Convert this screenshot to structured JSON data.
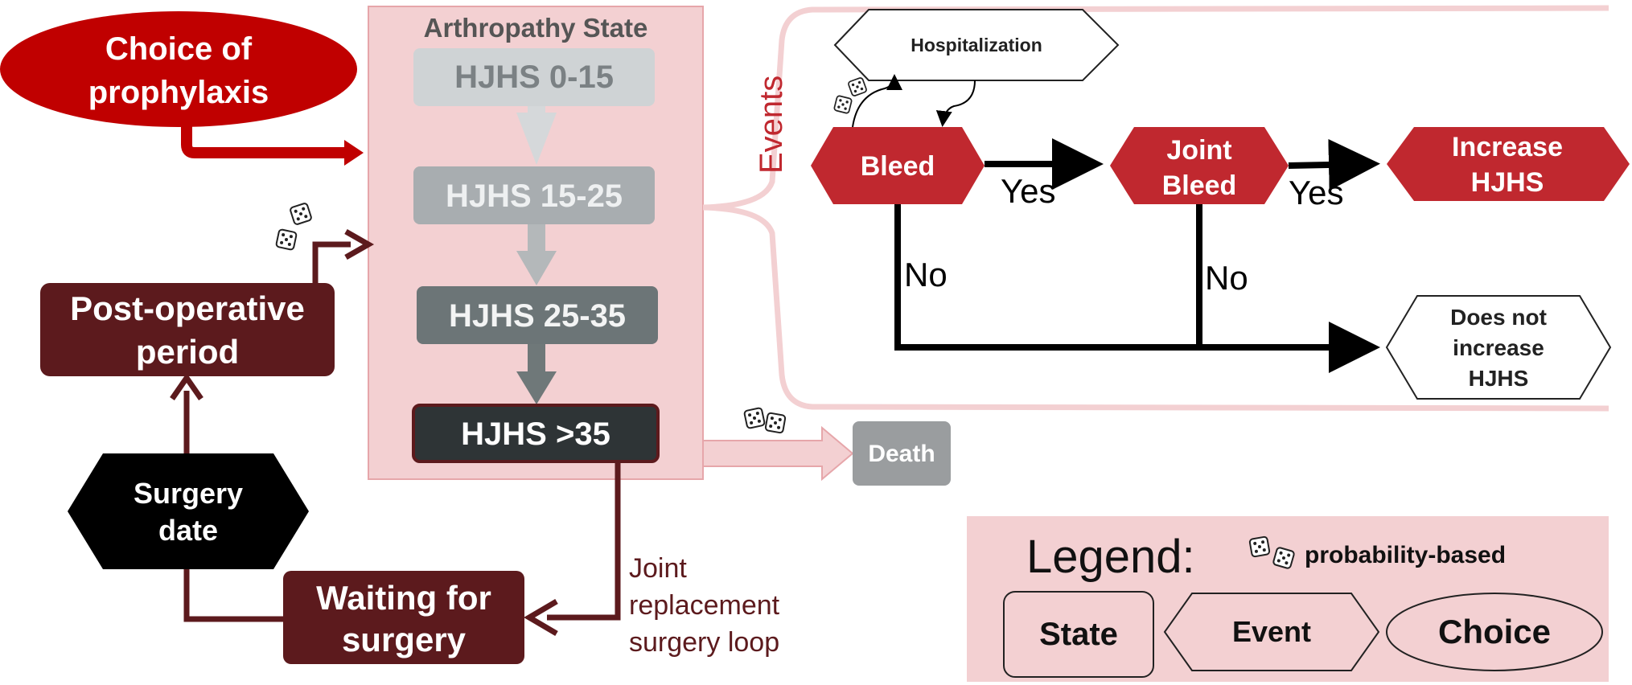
{
  "arthropathy": {
    "title": "Arthropathy State",
    "states": [
      "HJHS 0-15",
      "HJHS 15-25",
      "HJHS 25-35",
      "HJHS >35"
    ]
  },
  "choice": {
    "line1": "Choice of",
    "line2": "prophylaxis"
  },
  "post_operative": {
    "line1": "Post-operative",
    "line2": "period"
  },
  "surgery_date": {
    "line1": "Surgery",
    "line2": "date"
  },
  "waiting": {
    "line1": "Waiting for",
    "line2": "surgery"
  },
  "loop_label": {
    "line1": "Joint",
    "line2": "replacement",
    "line3": "surgery loop"
  },
  "death": "Death",
  "events": {
    "label": "Events",
    "hospitalization": "Hospitalization",
    "bleed": "Bleed",
    "joint_bleed": {
      "line1": "Joint",
      "line2": "Bleed"
    },
    "increase": {
      "line1": "Increase",
      "line2": "HJHS"
    },
    "not_increase": {
      "line1": "Does not",
      "line2": "increase",
      "line3": "HJHS"
    },
    "yes": "Yes",
    "no": "No"
  },
  "legend": {
    "title": "Legend:",
    "probability": "probability-based",
    "state": "State",
    "event": "Event",
    "choice": "Choice"
  },
  "colors": {
    "brand_red": "#c0282f",
    "dark_maroon": "#5c1a1d",
    "panel_pink": "#f3d0d2",
    "state_1": "#cfd3d5",
    "state_2": "#a8adb0",
    "state_3": "#6c7577",
    "state_4": "#2e3436",
    "death_gray": "#9a9d9f"
  },
  "icons": [
    "dice-icon"
  ]
}
